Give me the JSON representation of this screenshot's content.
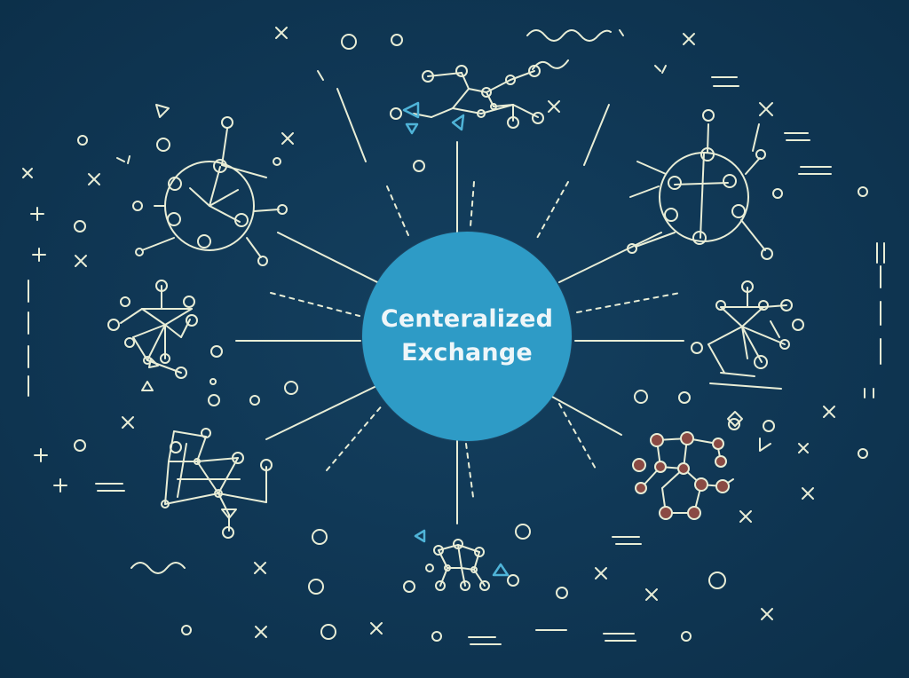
{
  "diagram": {
    "center_label": {
      "line1": "Centeralized",
      "line2": "Exchange"
    },
    "colors": {
      "background": "#103856",
      "hub": "#2e9bc6",
      "stroke": "#e8edd6",
      "accent": "#4fb4d8",
      "node_fill_warm": "#8a4a44"
    },
    "peripheral_networks": [
      "network-cluster-top",
      "network-cluster-top-left",
      "network-cluster-top-right",
      "network-cluster-left",
      "network-cluster-right",
      "network-cluster-bottom-left",
      "network-cluster-bottom-right",
      "network-cluster-bottom"
    ]
  }
}
